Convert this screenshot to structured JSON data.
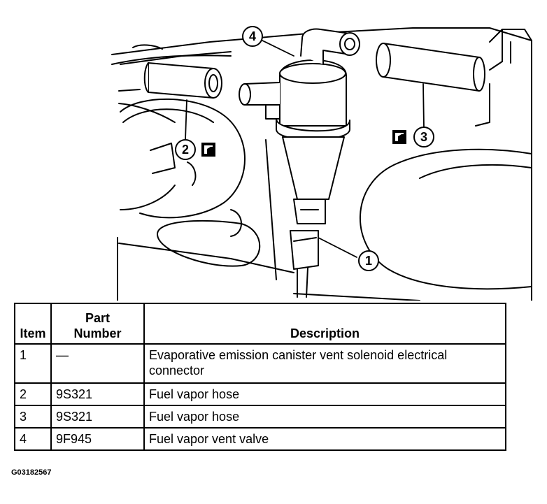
{
  "callouts": [
    "1",
    "2",
    "3",
    "4"
  ],
  "table": {
    "headers": {
      "item": "Item",
      "part_number_line1": "Part",
      "part_number_line2": "Number",
      "description": "Description"
    },
    "rows": [
      {
        "item": "1",
        "part_number": "—",
        "description": "Evaporative emission canister vent solenoid electrical connector"
      },
      {
        "item": "2",
        "part_number": "9S321",
        "description": "Fuel vapor hose"
      },
      {
        "item": "3",
        "part_number": "9S321",
        "description": "Fuel vapor hose"
      },
      {
        "item": "4",
        "part_number": "9F945",
        "description": "Fuel vapor vent valve"
      }
    ]
  },
  "figure_code": "G03182567",
  "icons": [
    "service-info-icon",
    "service-info-icon"
  ],
  "colors": {
    "line": "#000000",
    "background": "#ffffff"
  }
}
